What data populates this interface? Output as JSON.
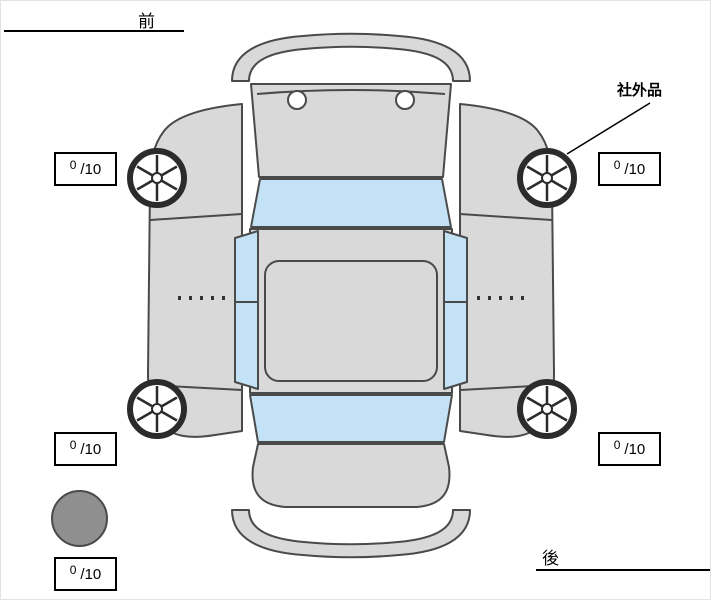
{
  "labels": {
    "front": "前",
    "rear": "後",
    "aftermarket": "社外品"
  },
  "tread_boxes": {
    "front_left": {
      "value": "0",
      "scale": "/10"
    },
    "front_right": {
      "value": "0",
      "scale": "/10"
    },
    "rear_left": {
      "value": "0",
      "scale": "/10"
    },
    "rear_right": {
      "value": "0",
      "scale": "/10"
    },
    "spare": {
      "value": "0",
      "scale": "/10"
    }
  },
  "colors": {
    "background": "#ffffff",
    "car_body": "#d9d9d9",
    "glass": "#c3e2f5",
    "outline": "#4a4a4a",
    "wheel": "#2b2b2b",
    "spare_tire": "#8f8f8f",
    "box_border": "#000000",
    "text": "#000000"
  }
}
